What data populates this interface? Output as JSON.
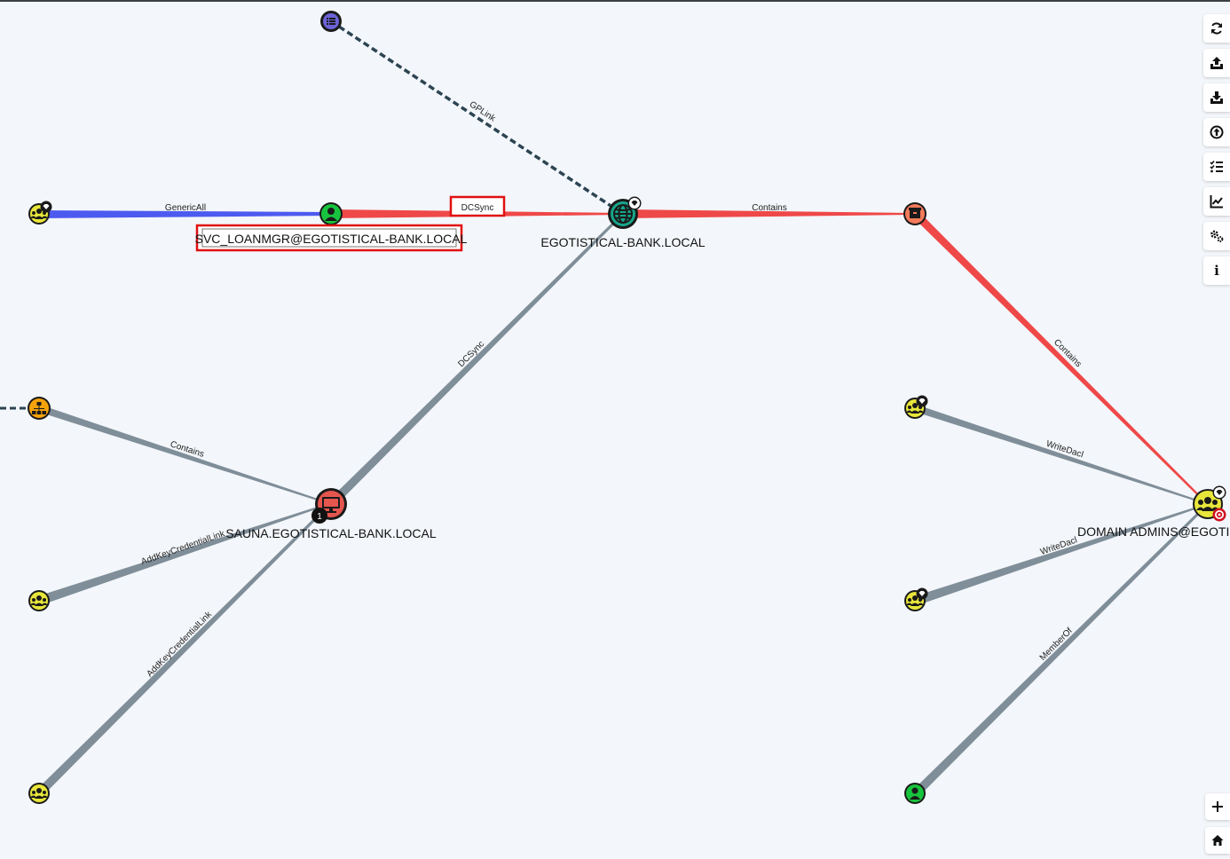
{
  "graph": {
    "nodes": {
      "svc_user": {
        "label": "SVC_LOANMGR@EGOTISTICAL-BANK.LOCAL",
        "highlighted": true
      },
      "domain": {
        "label": "EGOTISTICAL-BANK.LOCAL"
      },
      "computer": {
        "label": "SAUNA.EGOTISTICAL-BANK.LOCAL",
        "badge": "1"
      },
      "domain_admins": {
        "label": "DOMAIN ADMINS@EGOTISTICAL-BANK.LOCAL"
      }
    },
    "edges": {
      "genericall": "GenericAll",
      "dcsync_top": "DCSync",
      "gplink": "GPLink",
      "contains_top": "Contains",
      "contains_right": "Contains",
      "dcsync_diag": "DCSync",
      "contains_left": "Contains",
      "addkey_1": "AddKeyCredentialLink",
      "addkey_2": "AddKeyCredentialLink",
      "writedacl_1": "WriteDacl",
      "writedacl_2": "WriteDacl",
      "memberof": "MemberOf"
    }
  },
  "colors": {
    "background": "#f3f6fa",
    "edge_red": "#ef4848",
    "edge_blue": "#4d5af0",
    "edge_gray": "#7f8e99",
    "gplink_dash": "#2c4452",
    "user_green": "#17c43d",
    "group_yellow": "#e8e63b",
    "domain_teal": "#16a58a",
    "ou_orange": "#f5a20a",
    "container_salmon": "#f27b5a",
    "computer_red": "#e5564f",
    "highlight_box": "#e01010",
    "target_red": "#d1101f"
  },
  "toolbar": {
    "buttons": [
      "refresh-icon",
      "upload-icon",
      "download-icon",
      "arrow-up-circle-icon",
      "task-list-icon",
      "chart-line-icon",
      "settings-icon",
      "info-icon"
    ],
    "info_label": "i"
  },
  "zoom": {
    "buttons": [
      "zoom-in-icon",
      "home-icon"
    ]
  }
}
